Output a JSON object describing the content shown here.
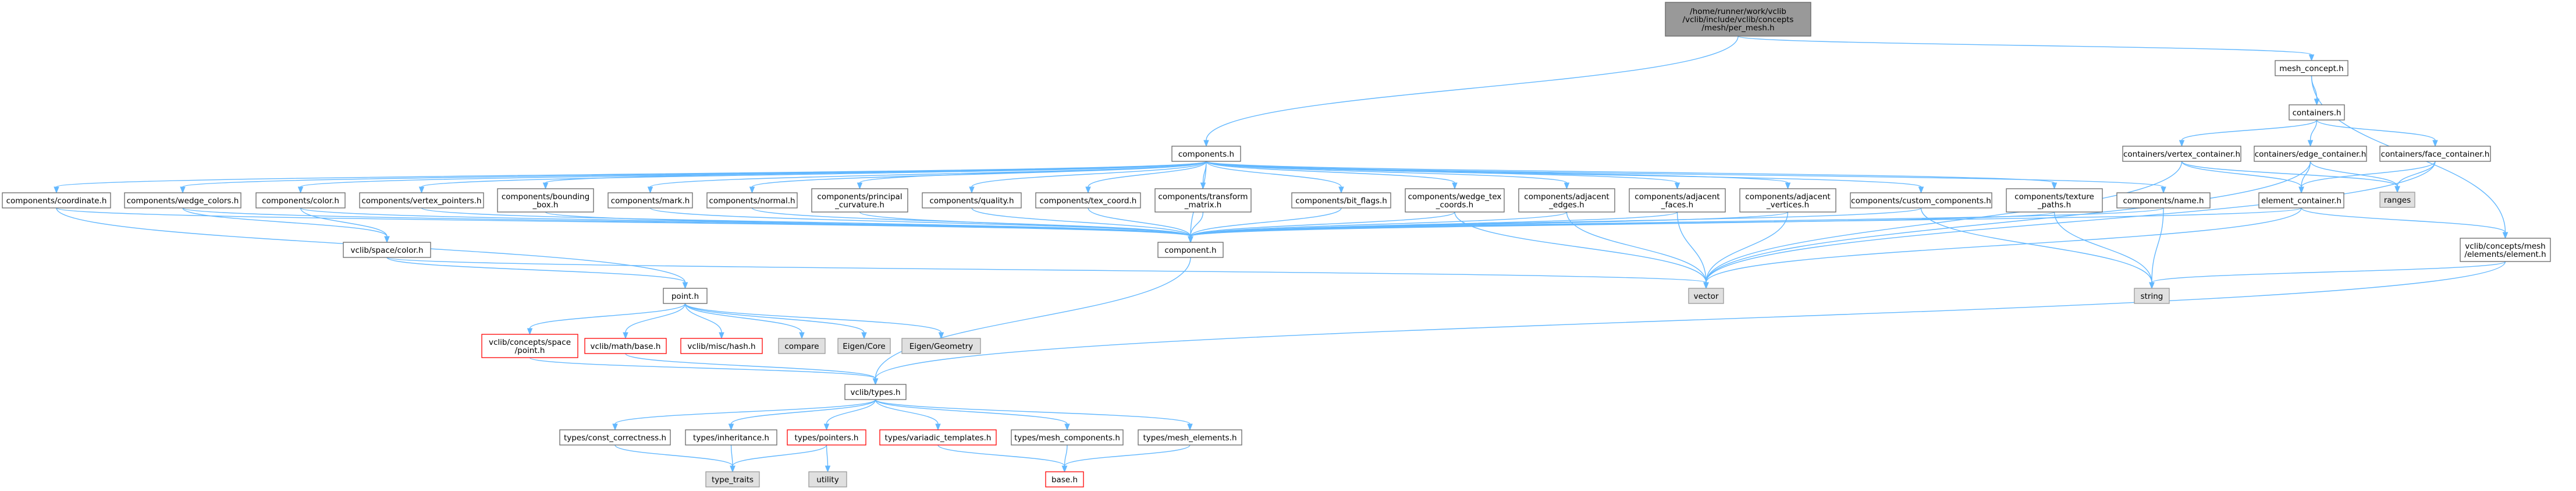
{
  "graph": {
    "kind": "include-dependency-graph",
    "colors": {
      "edge": "#63b8ff",
      "normal_fill": "#ffffff",
      "normal_stroke": "#666666",
      "root_fill": "#999999",
      "root_stroke": "#666666",
      "external_fill": "#e0e0e0",
      "external_stroke": "#999999",
      "truncated_fill": "#ffffff",
      "truncated_stroke": "#ff0000"
    },
    "nodes": [
      {
        "id": "root",
        "style": "root",
        "lines": [
          "/home/runner/work/vclib",
          "/vclib/include/vclib/concepts",
          "/mesh/per_mesh.h"
        ]
      },
      {
        "id": "mesh_concept",
        "style": "normal",
        "lines": [
          "mesh_concept.h"
        ]
      },
      {
        "id": "components_h",
        "style": "normal",
        "lines": [
          "components.h"
        ]
      },
      {
        "id": "containers_h",
        "style": "normal",
        "lines": [
          "containers.h"
        ]
      },
      {
        "id": "cont_vertex",
        "style": "normal",
        "lines": [
          "containers/vertex_container.h"
        ]
      },
      {
        "id": "cont_edge",
        "style": "normal",
        "lines": [
          "containers/edge_container.h"
        ]
      },
      {
        "id": "cont_face",
        "style": "normal",
        "lines": [
          "containers/face_container.h"
        ]
      },
      {
        "id": "ranges",
        "style": "external",
        "lines": [
          "ranges"
        ]
      },
      {
        "id": "element_container",
        "style": "normal",
        "lines": [
          "element_container.h"
        ]
      },
      {
        "id": "mesh_element",
        "style": "normal",
        "lines": [
          "vclib/concepts/mesh",
          "/elements/element.h"
        ]
      },
      {
        "id": "c_coordinate",
        "style": "normal",
        "lines": [
          "components/coordinate.h"
        ]
      },
      {
        "id": "c_wedge_colors",
        "style": "normal",
        "lines": [
          "components/wedge_colors.h"
        ]
      },
      {
        "id": "c_color",
        "style": "normal",
        "lines": [
          "components/color.h"
        ]
      },
      {
        "id": "c_vertex_pointers",
        "style": "normal",
        "lines": [
          "components/vertex_pointers.h"
        ]
      },
      {
        "id": "c_bounding_box",
        "style": "normal",
        "lines": [
          "components/bounding",
          "_box.h"
        ]
      },
      {
        "id": "c_mark",
        "style": "normal",
        "lines": [
          "components/mark.h"
        ]
      },
      {
        "id": "c_normal",
        "style": "normal",
        "lines": [
          "components/normal.h"
        ]
      },
      {
        "id": "c_principal",
        "style": "normal",
        "lines": [
          "components/principal",
          "_curvature.h"
        ]
      },
      {
        "id": "c_quality",
        "style": "normal",
        "lines": [
          "components/quality.h"
        ]
      },
      {
        "id": "c_tex_coord",
        "style": "normal",
        "lines": [
          "components/tex_coord.h"
        ]
      },
      {
        "id": "c_transform",
        "style": "normal",
        "lines": [
          "components/transform",
          "_matrix.h"
        ]
      },
      {
        "id": "c_bit_flags",
        "style": "normal",
        "lines": [
          "components/bit_flags.h"
        ]
      },
      {
        "id": "c_wedge_tex",
        "style": "normal",
        "lines": [
          "components/wedge_tex",
          "_coords.h"
        ]
      },
      {
        "id": "c_adj_edges",
        "style": "normal",
        "lines": [
          "components/adjacent",
          "_edges.h"
        ]
      },
      {
        "id": "c_adj_faces",
        "style": "normal",
        "lines": [
          "components/adjacent",
          "_faces.h"
        ]
      },
      {
        "id": "c_adj_vertices",
        "style": "normal",
        "lines": [
          "components/adjacent",
          "_vertices.h"
        ]
      },
      {
        "id": "c_custom",
        "style": "normal",
        "lines": [
          "components/custom_components.h"
        ]
      },
      {
        "id": "c_texture_paths",
        "style": "normal",
        "lines": [
          "components/texture",
          "_paths.h"
        ]
      },
      {
        "id": "c_name",
        "style": "normal",
        "lines": [
          "components/name.h"
        ]
      },
      {
        "id": "space_color",
        "style": "normal",
        "lines": [
          "vclib/space/color.h"
        ]
      },
      {
        "id": "component_h",
        "style": "normal",
        "lines": [
          "component.h"
        ]
      },
      {
        "id": "vector",
        "style": "external",
        "lines": [
          "vector"
        ]
      },
      {
        "id": "string",
        "style": "external",
        "lines": [
          "string"
        ]
      },
      {
        "id": "point_h",
        "style": "normal",
        "lines": [
          "point.h"
        ]
      },
      {
        "id": "space_point",
        "style": "truncated",
        "lines": [
          "vclib/concepts/space",
          "/point.h"
        ]
      },
      {
        "id": "math_base",
        "style": "truncated",
        "lines": [
          "vclib/math/base.h"
        ]
      },
      {
        "id": "misc_hash",
        "style": "truncated",
        "lines": [
          "vclib/misc/hash.h"
        ]
      },
      {
        "id": "compare",
        "style": "external",
        "lines": [
          "compare"
        ]
      },
      {
        "id": "eigen_core",
        "style": "external",
        "lines": [
          "Eigen/Core"
        ]
      },
      {
        "id": "eigen_geometry",
        "style": "external",
        "lines": [
          "Eigen/Geometry"
        ]
      },
      {
        "id": "types_h",
        "style": "normal",
        "lines": [
          "vclib/types.h"
        ]
      },
      {
        "id": "t_const",
        "style": "normal",
        "lines": [
          "types/const_correctness.h"
        ]
      },
      {
        "id": "t_inheritance",
        "style": "normal",
        "lines": [
          "types/inheritance.h"
        ]
      },
      {
        "id": "t_pointers",
        "style": "truncated",
        "lines": [
          "types/pointers.h"
        ]
      },
      {
        "id": "t_variadic",
        "style": "truncated",
        "lines": [
          "types/variadic_templates.h"
        ]
      },
      {
        "id": "t_mesh_components",
        "style": "normal",
        "lines": [
          "types/mesh_components.h"
        ]
      },
      {
        "id": "t_mesh_elements",
        "style": "normal",
        "lines": [
          "types/mesh_elements.h"
        ]
      },
      {
        "id": "type_traits",
        "style": "external",
        "lines": [
          "type_traits"
        ]
      },
      {
        "id": "utility",
        "style": "external",
        "lines": [
          "utility"
        ]
      },
      {
        "id": "base_h",
        "style": "truncated",
        "lines": [
          "base.h"
        ]
      }
    ],
    "edges": [
      [
        "root",
        "components_h"
      ],
      [
        "root",
        "mesh_concept"
      ],
      [
        "mesh_concept",
        "containers_h"
      ],
      [
        "mesh_concept",
        "mesh_element"
      ],
      [
        "containers_h",
        "cont_vertex"
      ],
      [
        "containers_h",
        "cont_edge"
      ],
      [
        "containers_h",
        "cont_face"
      ],
      [
        "cont_vertex",
        "element_container"
      ],
      [
        "cont_vertex",
        "ranges"
      ],
      [
        "cont_vertex",
        "vector"
      ],
      [
        "cont_edge",
        "element_container"
      ],
      [
        "cont_edge",
        "ranges"
      ],
      [
        "cont_edge",
        "vector"
      ],
      [
        "cont_face",
        "element_container"
      ],
      [
        "cont_face",
        "ranges"
      ],
      [
        "cont_face",
        "vector"
      ],
      [
        "element_container",
        "component_h"
      ],
      [
        "element_container",
        "mesh_element"
      ],
      [
        "element_container",
        "vector"
      ],
      [
        "mesh_element",
        "types_h"
      ],
      [
        "mesh_element",
        "string"
      ],
      [
        "components_h",
        "c_coordinate"
      ],
      [
        "components_h",
        "c_wedge_colors"
      ],
      [
        "components_h",
        "c_color"
      ],
      [
        "components_h",
        "c_vertex_pointers"
      ],
      [
        "components_h",
        "c_bounding_box"
      ],
      [
        "components_h",
        "c_mark"
      ],
      [
        "components_h",
        "c_normal"
      ],
      [
        "components_h",
        "c_principal"
      ],
      [
        "components_h",
        "c_quality"
      ],
      [
        "components_h",
        "c_tex_coord"
      ],
      [
        "components_h",
        "c_transform"
      ],
      [
        "components_h",
        "c_bit_flags"
      ],
      [
        "components_h",
        "c_wedge_tex"
      ],
      [
        "components_h",
        "c_adj_edges"
      ],
      [
        "components_h",
        "c_adj_faces"
      ],
      [
        "components_h",
        "c_adj_vertices"
      ],
      [
        "components_h",
        "c_custom"
      ],
      [
        "components_h",
        "c_texture_paths"
      ],
      [
        "components_h",
        "c_name"
      ],
      [
        "components_h",
        "component_h"
      ],
      [
        "c_coordinate",
        "component_h"
      ],
      [
        "c_coordinate",
        "point_h"
      ],
      [
        "c_wedge_colors",
        "component_h"
      ],
      [
        "c_wedge_colors",
        "space_color"
      ],
      [
        "c_color",
        "component_h"
      ],
      [
        "c_color",
        "space_color"
      ],
      [
        "c_vertex_pointers",
        "component_h"
      ],
      [
        "c_bounding_box",
        "component_h"
      ],
      [
        "c_mark",
        "component_h"
      ],
      [
        "c_normal",
        "component_h"
      ],
      [
        "c_principal",
        "component_h"
      ],
      [
        "c_quality",
        "component_h"
      ],
      [
        "c_tex_coord",
        "component_h"
      ],
      [
        "c_transform",
        "component_h"
      ],
      [
        "c_bit_flags",
        "component_h"
      ],
      [
        "c_wedge_tex",
        "component_h"
      ],
      [
        "c_wedge_tex",
        "vector"
      ],
      [
        "c_adj_edges",
        "component_h"
      ],
      [
        "c_adj_edges",
        "vector"
      ],
      [
        "c_adj_faces",
        "component_h"
      ],
      [
        "c_adj_faces",
        "vector"
      ],
      [
        "c_adj_vertices",
        "component_h"
      ],
      [
        "c_adj_vertices",
        "vector"
      ],
      [
        "c_custom",
        "component_h"
      ],
      [
        "c_custom",
        "string"
      ],
      [
        "c_texture_paths",
        "component_h"
      ],
      [
        "c_texture_paths",
        "string"
      ],
      [
        "c_name",
        "component_h"
      ],
      [
        "c_name",
        "string"
      ],
      [
        "space_color",
        "point_h"
      ],
      [
        "space_color",
        "vector"
      ],
      [
        "component_h",
        "types_h"
      ],
      [
        "point_h",
        "space_point"
      ],
      [
        "point_h",
        "math_base"
      ],
      [
        "point_h",
        "misc_hash"
      ],
      [
        "point_h",
        "compare"
      ],
      [
        "point_h",
        "eigen_core"
      ],
      [
        "point_h",
        "eigen_geometry"
      ],
      [
        "space_point",
        "types_h"
      ],
      [
        "math_base",
        "types_h"
      ],
      [
        "types_h",
        "t_const"
      ],
      [
        "types_h",
        "t_inheritance"
      ],
      [
        "types_h",
        "t_pointers"
      ],
      [
        "types_h",
        "t_variadic"
      ],
      [
        "types_h",
        "t_mesh_components"
      ],
      [
        "types_h",
        "t_mesh_elements"
      ],
      [
        "t_const",
        "type_traits"
      ],
      [
        "t_inheritance",
        "type_traits"
      ],
      [
        "t_pointers",
        "type_traits"
      ],
      [
        "t_pointers",
        "utility"
      ],
      [
        "t_variadic",
        "base_h"
      ],
      [
        "t_mesh_components",
        "base_h"
      ],
      [
        "t_mesh_elements",
        "base_h"
      ]
    ]
  }
}
